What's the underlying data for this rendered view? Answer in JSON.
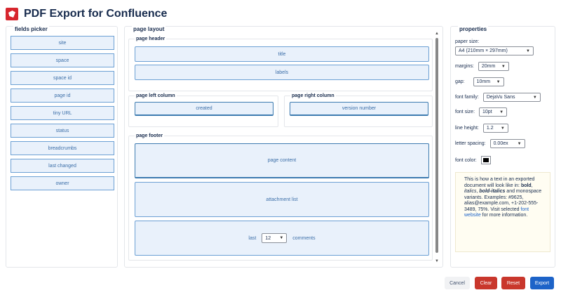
{
  "app": {
    "title": "PDF Export for Confluence"
  },
  "fields_picker": {
    "title": "fields picker",
    "items": [
      "site",
      "space",
      "space id",
      "page id",
      "tiny URL",
      "status",
      "breadcrumbs",
      "last changed",
      "owner"
    ]
  },
  "page_layout": {
    "title": "page layout",
    "header": {
      "title": "page header",
      "items": [
        "title",
        "labels"
      ]
    },
    "left": {
      "title": "page left column",
      "items": [
        "created"
      ]
    },
    "right": {
      "title": "page right column",
      "items": [
        "version number"
      ]
    },
    "footer": {
      "title": "page footer",
      "items": [
        "page content",
        "attachment list"
      ],
      "comments": {
        "prefix": "last",
        "value": "12",
        "suffix": "comments"
      }
    }
  },
  "properties": {
    "title": "properties",
    "paper_size": {
      "label": "paper size:",
      "value": "A4 (210mm × 297mm)"
    },
    "margins": {
      "label": "margins:",
      "value": "20mm"
    },
    "gap": {
      "label": "gap:",
      "value": "10mm"
    },
    "font_family": {
      "label": "font family:",
      "value": "DejaVu Sans"
    },
    "font_size": {
      "label": "font size:",
      "value": "10pt"
    },
    "line_height": {
      "label": "line height:",
      "value": "1.2"
    },
    "letter_spacing": {
      "label": "letter spacing:",
      "value": "0.00ex"
    },
    "font_color": {
      "label": "font color:",
      "value": "#000000"
    },
    "preview": {
      "intro": "This is how a text in an exported document will look like in: ",
      "bold": "bold",
      "sep1": ", ",
      "italic": "italics",
      "sep2": ", ",
      "bold_italic": "bold-italics",
      "rest": " and monospace variants. Examples: #9625, alias@example.com, +1-202-555-3489, 75%. Visit selected ",
      "link": "font website",
      "tail": " for more information."
    }
  },
  "buttons": {
    "cancel": "Cancel",
    "clear": "Clear",
    "reset": "Reset",
    "export": "Export"
  },
  "colors": {
    "accent": "#1d63c8",
    "danger": "#c9372c",
    "field_bg": "#e9f1fb",
    "field_border": "#6ca0d4"
  }
}
